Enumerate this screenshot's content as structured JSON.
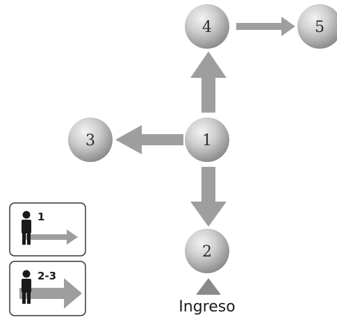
{
  "diagram": {
    "nodes": [
      {
        "id": "1",
        "label": "1"
      },
      {
        "id": "2",
        "label": "2"
      },
      {
        "id": "3",
        "label": "3"
      },
      {
        "id": "4",
        "label": "4"
      },
      {
        "id": "5",
        "label": "5"
      }
    ],
    "entry_label": "Ingreso"
  },
  "legend": {
    "items": [
      {
        "label": "1"
      },
      {
        "label": "2-3"
      }
    ]
  },
  "colors": {
    "arrow": "#9e9e9e",
    "icon": "#1a1a1a",
    "legend_border": "#333333",
    "sphere_light": "#e6e6e6",
    "sphere_dark": "#8c8c8c"
  }
}
